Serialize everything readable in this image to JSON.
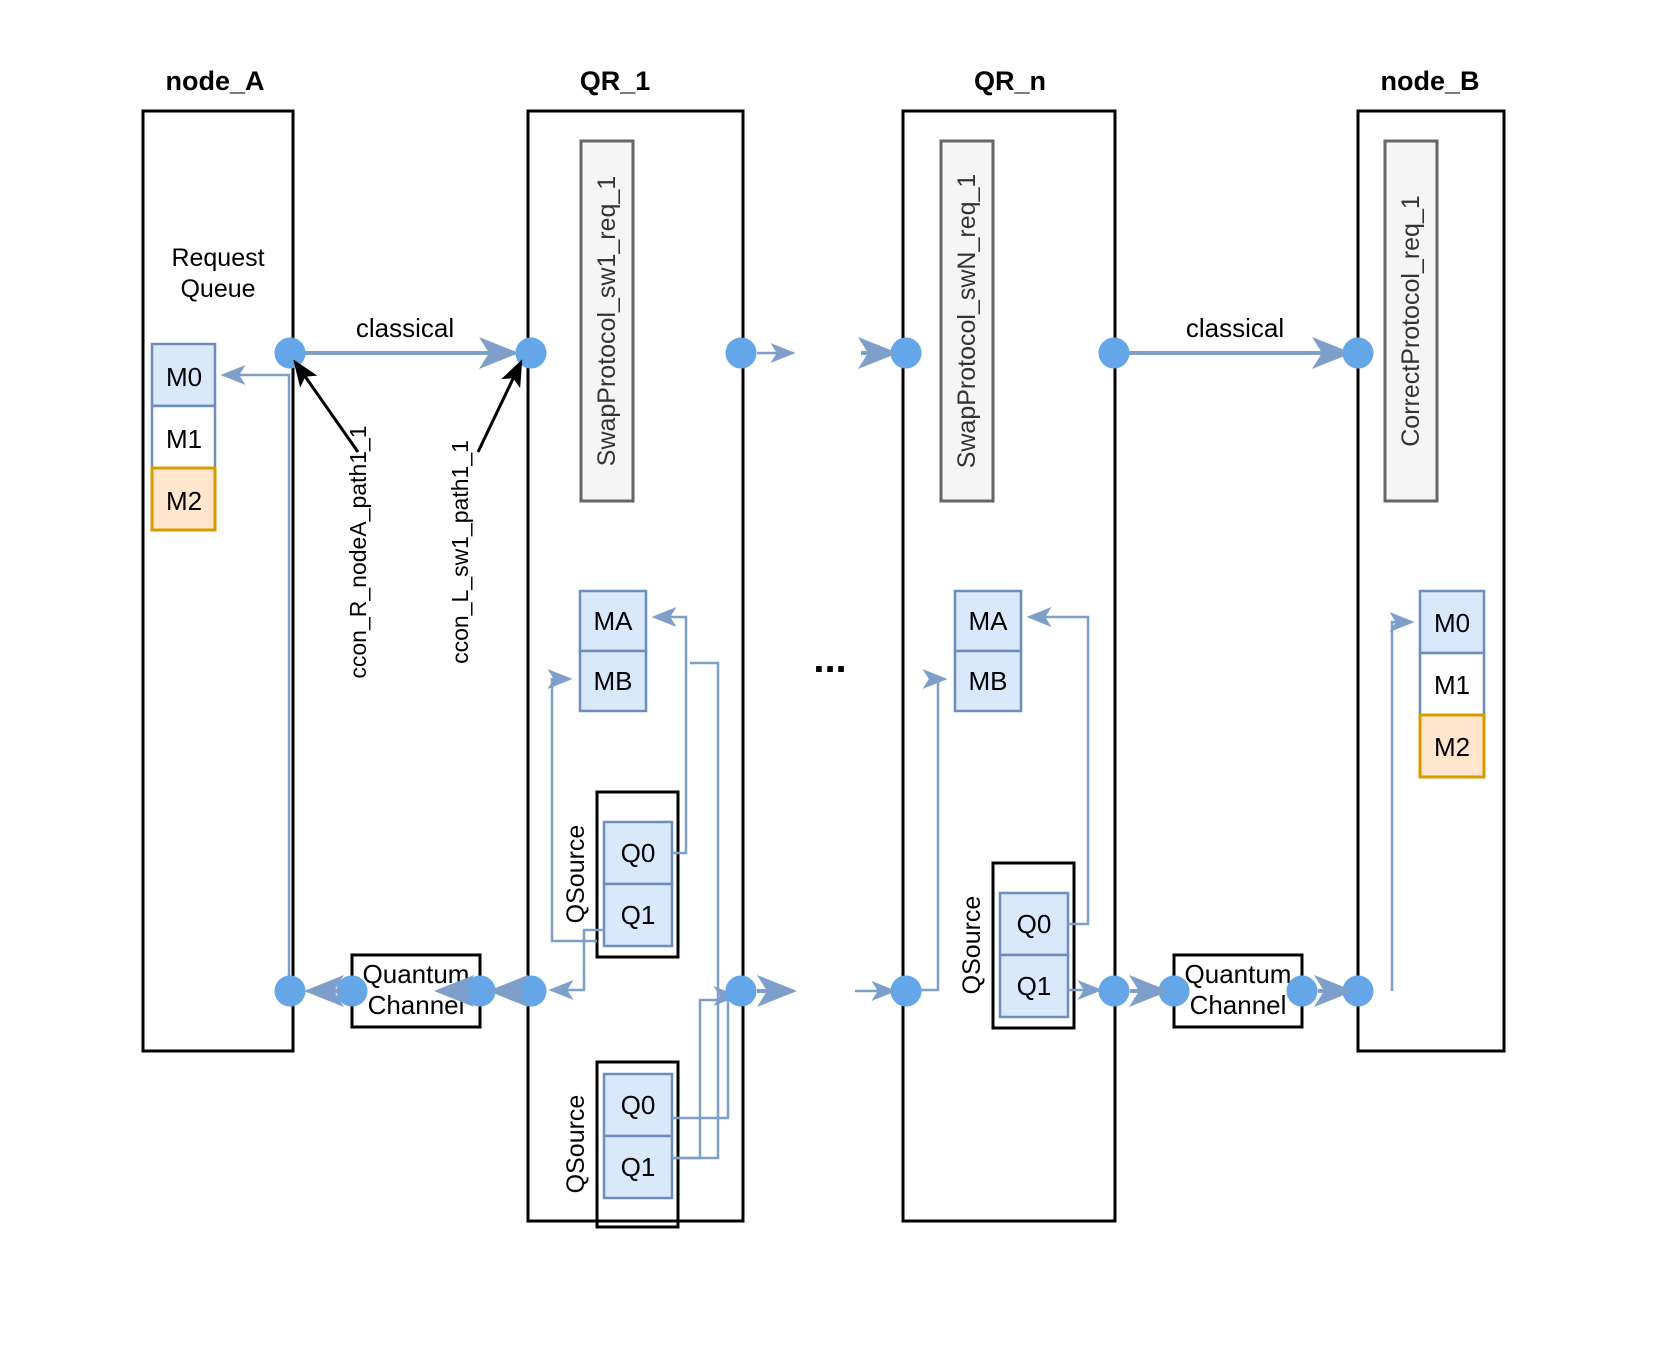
{
  "diagram": {
    "title_row": [
      "node_A",
      "QR_1",
      "QR_n",
      "node_B"
    ],
    "ellipsis": "...",
    "nodes": {
      "node_A": {
        "title": "node_A",
        "queue_label_line1": "Request",
        "queue_label_line2": "Queue",
        "memories": [
          {
            "label": "M0",
            "color": "#dae8fc",
            "border": "#6c8ebf"
          },
          {
            "label": "M1",
            "color": "#ffffff",
            "border": "#6c8ebf"
          },
          {
            "label": "M2",
            "color": "#ffe6cc",
            "border": "#d79b00"
          }
        ]
      },
      "QR_1": {
        "title": "QR_1",
        "protocol": "SwapProtocol_sw1_req_1",
        "memories": [
          {
            "label": "MA",
            "color": "#dae8fc",
            "border": "#6c8ebf"
          },
          {
            "label": "MB",
            "color": "#dae8fc",
            "border": "#6c8ebf"
          }
        ],
        "qsources": [
          {
            "label": "QSource",
            "qubits": [
              "Q0",
              "Q1"
            ]
          },
          {
            "label": "QSource",
            "qubits": [
              "Q0",
              "Q1"
            ]
          }
        ]
      },
      "QR_n": {
        "title": "QR_n",
        "protocol": "SwapProtocol_swN_req_1",
        "memories": [
          {
            "label": "MA",
            "color": "#dae8fc",
            "border": "#6c8ebf"
          },
          {
            "label": "MB",
            "color": "#dae8fc",
            "border": "#6c8ebf"
          }
        ],
        "qsources": [
          {
            "label": "QSource",
            "qubits": [
              "Q0",
              "Q1"
            ]
          }
        ]
      },
      "node_B": {
        "title": "node_B",
        "protocol": "CorrectProtocol_req_1",
        "memories": [
          {
            "label": "M0",
            "color": "#dae8fc",
            "border": "#6c8ebf"
          },
          {
            "label": "M1",
            "color": "#ffffff",
            "border": "#6c8ebf"
          },
          {
            "label": "M2",
            "color": "#ffe6cc",
            "border": "#d79b00"
          }
        ]
      }
    },
    "channels": {
      "classical_left": "classical",
      "classical_right": "classical",
      "quantum_left_line1": "Quantum",
      "quantum_left_line2": "Channel",
      "quantum_right_line1": "Quantum",
      "quantum_right_line2": "Channel"
    },
    "port_labels": {
      "ccon_r_nodeA": "ccon_R_nodeA_path1_1",
      "ccon_l_sw1": "ccon_L_sw1_path1_1"
    },
    "colors": {
      "memory_blue_fill": "#dae8fc",
      "memory_blue_border": "#6c8ebf",
      "memory_orange_fill": "#ffe6cc",
      "memory_orange_border": "#d79b00",
      "port_dot": "#64a6e8",
      "blue_edge": "#7d9fc9",
      "protocol_fill": "#f5f5f5",
      "protocol_border": "#666666",
      "container_border": "#000000"
    }
  }
}
